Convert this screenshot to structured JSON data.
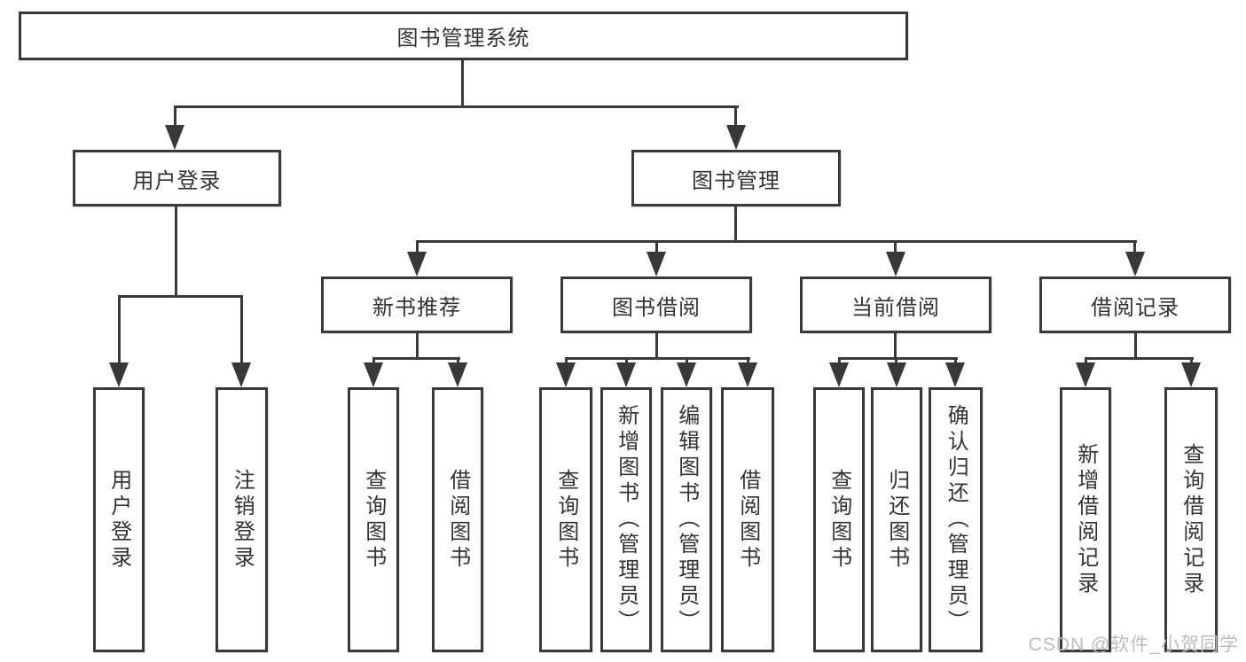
{
  "diagram": {
    "root": {
      "label": "图书管理系统"
    },
    "level2": {
      "user_login": {
        "label": "用户登录"
      },
      "book_management": {
        "label": "图书管理"
      }
    },
    "level3": {
      "new_book_recommend": {
        "label": "新书推荐"
      },
      "book_borrow": {
        "label": "图书借阅"
      },
      "current_borrow": {
        "label": "当前借阅"
      },
      "borrow_records": {
        "label": "借阅记录"
      }
    },
    "leaves": {
      "user_login": {
        "label": "用户登录"
      },
      "logout": {
        "label": "注销登录"
      },
      "query_books_recommend": {
        "label": "查询图书"
      },
      "borrow_books_recommend": {
        "label": "借阅图书"
      },
      "query_books_borrow": {
        "label": "查询图书"
      },
      "add_books_admin": {
        "label": "新增图书（管理员）"
      },
      "edit_books_admin": {
        "label": "编辑图书（管理员）"
      },
      "borrow_books": {
        "label": "借阅图书"
      },
      "query_books_current": {
        "label": "查询图书"
      },
      "return_books": {
        "label": "归还图书"
      },
      "confirm_return_admin": {
        "label": "确认归还（管理员）"
      },
      "add_borrow_record": {
        "label": "新增借阅记录"
      },
      "query_borrow_record": {
        "label": "查询借阅记录"
      }
    }
  },
  "watermark": {
    "text": "CSDN @软件_小贺同学"
  },
  "colors": {
    "line": "#3a3a3a",
    "text": "#333333",
    "box_background": "#ffffff",
    "watermark": "#bcbcbc",
    "page_background": "#ffffff"
  }
}
